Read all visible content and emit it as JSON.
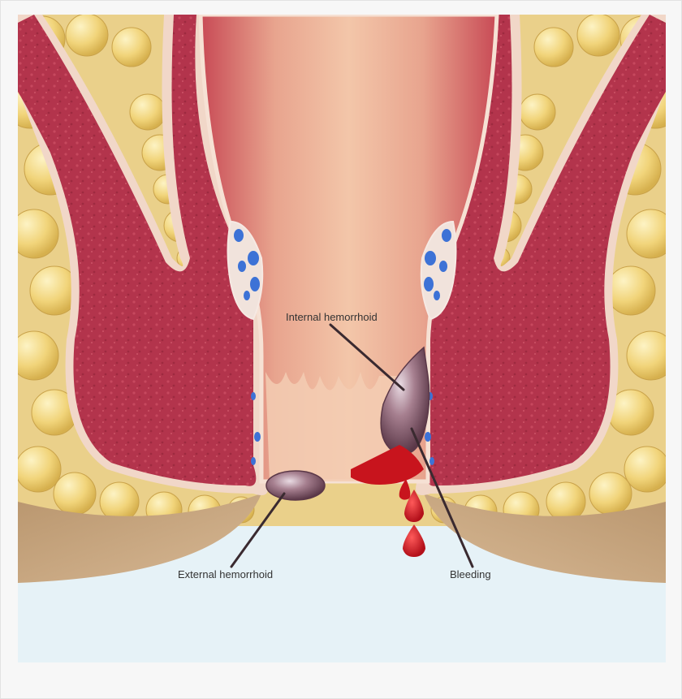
{
  "labels": {
    "internal": "Internal hemorrhoid",
    "external": "External hemorrhoid",
    "bleeding": "Bleeding"
  },
  "colors": {
    "fat": "#f1d47a",
    "fat_highlight": "#fbeeb3",
    "muscle": "#b3344c",
    "lumen": "#e6a08a",
    "lumen_highlight": "#f2c7aa",
    "hemorrhoid": "#a67f8f",
    "blood": "#c8141d",
    "skin": "#c8a57d",
    "background": "#e6f2f7",
    "vein": "#3d72d6"
  }
}
